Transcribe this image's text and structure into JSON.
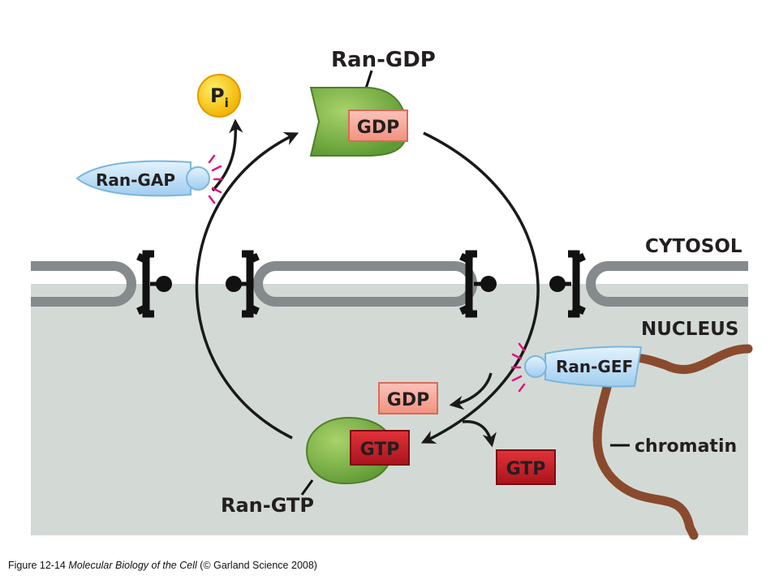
{
  "labels": {
    "ran_gdp": "Ran-GDP",
    "ran_gtp": "Ran-GTP",
    "ran_gap": "Ran-GAP",
    "ran_gef": "Ran-GEF",
    "pi_main": "P",
    "pi_sub": "i",
    "gdp_top": "GDP",
    "gdp_bottom": "GDP",
    "gtp_bound": "GTP",
    "gtp_free": "GTP",
    "cytosol": "CYTOSOL",
    "nucleus": "NUCLEUS",
    "chromatin": "chromatin"
  },
  "caption": {
    "prefix": "Figure 12-14  ",
    "book": "Molecular Biology of the Cell",
    "suffix": " (© Garland Science 2008)"
  },
  "colors": {
    "nucleus_bg": "#d3dad6",
    "membrane": "#858a8c",
    "ran_green": "#7cb144",
    "gdp_pink": "#f7a59a",
    "gtp_red": "#cc1f2a",
    "ran_blue": "#bfe0f6",
    "chromatin": "#8a4a2d",
    "pi_yellow": "#ffd200",
    "glow": "#e2127a"
  }
}
